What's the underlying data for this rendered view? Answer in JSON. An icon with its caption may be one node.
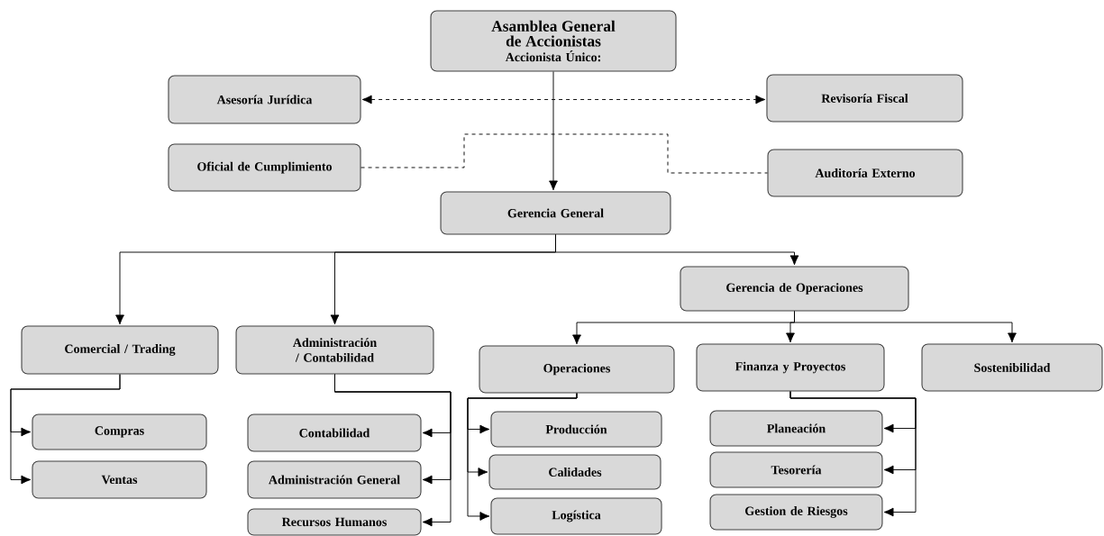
{
  "diagram": {
    "nodes": [
      {
        "text": [
          "Asamblea General de Accionistas",
          "Accionista Único:"
        ]
      },
      {
        "text": [
          "Asesoría Jurídica"
        ]
      },
      {
        "text": [
          "Revisoría Fiscal"
        ]
      },
      {
        "text": [
          "Oficial de Cumplimiento"
        ]
      },
      {
        "text": [
          "Auditoría Externo"
        ]
      },
      {
        "text": [
          "Gerencia General"
        ]
      },
      {
        "text": [
          "Gerencia de Operaciones"
        ]
      },
      {
        "text": [
          "Comercial / Trading"
        ]
      },
      {
        "text": [
          "Administración / Contabilidad"
        ]
      },
      {
        "text": [
          "Operaciones"
        ]
      },
      {
        "text": [
          "Finanza y Proyectos"
        ]
      },
      {
        "text": [
          "Sostenibilidad"
        ]
      },
      {
        "text": [
          "Compras"
        ]
      },
      {
        "text": [
          "Ventas"
        ]
      },
      {
        "text": [
          "Contabilidad"
        ]
      },
      {
        "text": [
          "Administración General"
        ]
      },
      {
        "text": [
          "Recursos Humanos"
        ]
      },
      {
        "text": [
          "Producción"
        ]
      },
      {
        "text": [
          "Calidades"
        ]
      },
      {
        "text": [
          "Logística"
        ]
      },
      {
        "text": [
          "Planeación"
        ]
      },
      {
        "text": [
          "Tesorería"
        ]
      },
      {
        "text": [
          "Gestion de Riesgos"
        ]
      }
    ],
    "edges": [
      {
        "from": 0,
        "to": 5,
        "arrow": "to"
      },
      {
        "from": 1,
        "to": 2,
        "arrow": "both",
        "style": "dashed"
      },
      {
        "from": 3,
        "to": 4,
        "arrow": "none",
        "style": "dashed"
      },
      {
        "from": 5,
        "to": 7,
        "arrow": "to"
      },
      {
        "from": 5,
        "to": 8,
        "arrow": "to"
      },
      {
        "from": 5,
        "to": 6,
        "arrow": "to"
      },
      {
        "from": 6,
        "to": 9,
        "arrow": "to"
      },
      {
        "from": 6,
        "to": 10,
        "arrow": "to"
      },
      {
        "from": 6,
        "to": 11,
        "arrow": "to"
      },
      {
        "from": 7,
        "to": 12,
        "arrow": "to"
      },
      {
        "from": 7,
        "to": 13,
        "arrow": "to"
      },
      {
        "from": 8,
        "to": 14,
        "arrow": "to"
      },
      {
        "from": 8,
        "to": 15,
        "arrow": "to"
      },
      {
        "from": 8,
        "to": 16,
        "arrow": "to"
      },
      {
        "from": 9,
        "to": 17,
        "arrow": "to"
      },
      {
        "from": 9,
        "to": 18,
        "arrow": "to"
      },
      {
        "from": 9,
        "to": 19,
        "arrow": "to"
      },
      {
        "from": 10,
        "to": 20,
        "arrow": "to"
      },
      {
        "from": 10,
        "to": 21,
        "arrow": "to"
      },
      {
        "from": 10,
        "to": 22,
        "arrow": "to"
      }
    ]
  }
}
